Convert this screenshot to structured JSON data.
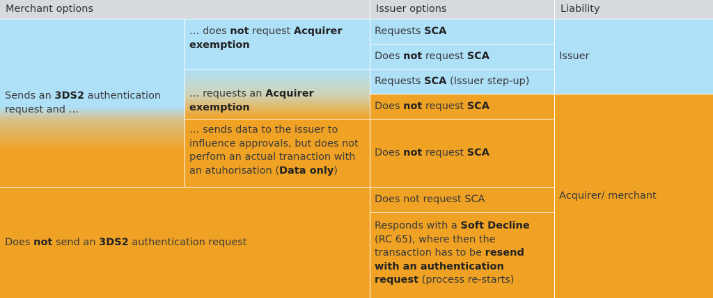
{
  "headers": {
    "merchant": "Merchant options",
    "issuer": "Issuer options",
    "liability": "Liability"
  },
  "merchant": {
    "sends_prefix": "Sends an ",
    "sends_bold": "3DS2",
    "sends_suffix": " authentication request and …",
    "not_request_a": "… does ",
    "not_request_b": "not",
    "not_request_c": " request ",
    "not_request_d": "Acquirer exemption",
    "requests_a": "… requests an ",
    "requests_b": "Acquirer exemption",
    "data_a": "… sends data to the issuer to influence approvals, but does not perfom an actual tranaction with an atuhorisation (",
    "data_b": "Data only",
    "data_c": ")",
    "does_not_a": "Does ",
    "does_not_b": "not",
    "does_not_c": " send an ",
    "does_not_d": "3DS2",
    "does_not_e": " authentication request"
  },
  "issuer": {
    "r1_a": "Requests ",
    "r1_b": "SCA",
    "r2_a": "Does ",
    "r2_b": "not",
    "r2_c": " request ",
    "r2_d": "SCA",
    "r3_a": "Requests ",
    "r3_b": "SCA",
    "r3_c": " (Issuer step-up)",
    "r4_a": "Does ",
    "r4_b": "not",
    "r4_c": " request ",
    "r4_d": "SCA",
    "r5_a": "Does ",
    "r5_b": "not",
    "r5_c": " request ",
    "r5_d": "SCA",
    "r6": "Does not request SCA",
    "r7_a": "Responds with a ",
    "r7_b": "Soft Decline",
    "r7_c": " (RC 65), where then the transaction has to be ",
    "r7_d": "resend with an authentication request",
    "r7_e": " (process re-starts)"
  },
  "liability": {
    "issuer": "Issuer",
    "acquirer": "Acquirer/ merchant"
  }
}
